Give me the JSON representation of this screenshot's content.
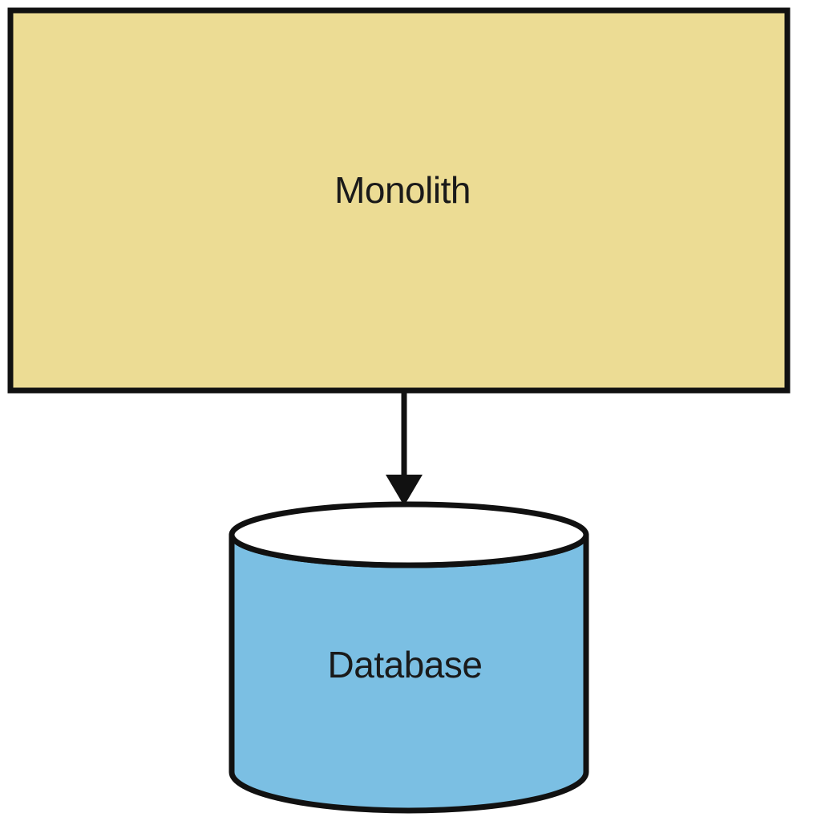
{
  "diagram": {
    "type": "architecture-diagram",
    "background_color": "#ffffff",
    "stroke_color": "#111111",
    "text_color": "#1a1a1a",
    "nodes": [
      {
        "id": "monolith",
        "label": "Monolith",
        "shape": "rectangle",
        "fill": "#ecdc94"
      },
      {
        "id": "database",
        "label": "Database",
        "shape": "cylinder",
        "fill": "#7bbfe3",
        "top_fill": "#ffffff"
      }
    ],
    "edges": [
      {
        "from": "monolith",
        "to": "database",
        "style": "solid-arrow",
        "direction": "down"
      }
    ]
  }
}
